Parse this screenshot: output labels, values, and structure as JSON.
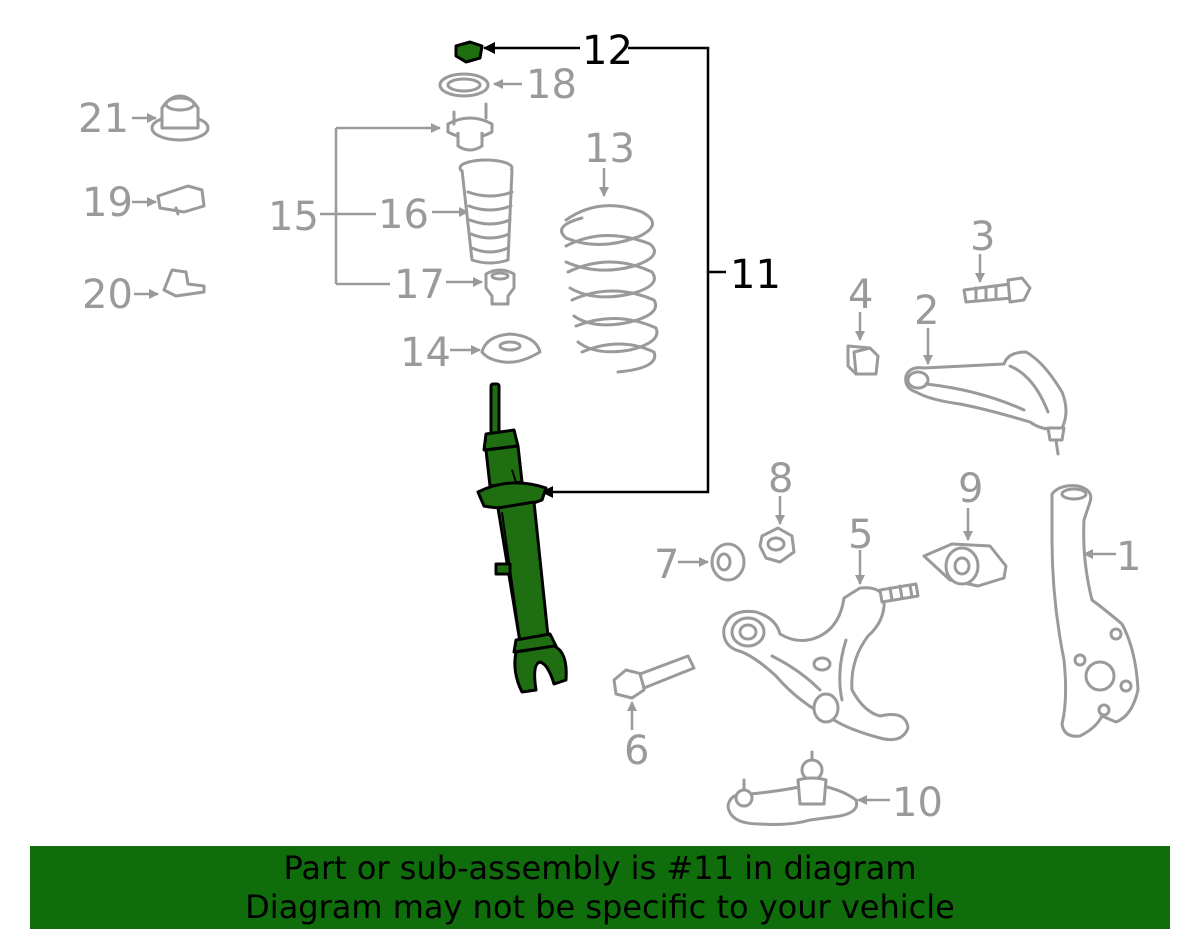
{
  "callouts": {
    "c1": "1",
    "c2": "2",
    "c3": "3",
    "c4": "4",
    "c5": "5",
    "c6": "6",
    "c7": "7",
    "c8": "8",
    "c9": "9",
    "c10": "10",
    "c11": "11",
    "c12": "12",
    "c13": "13",
    "c14": "14",
    "c15": "15",
    "c16": "16",
    "c17": "17",
    "c18": "18",
    "c19": "19",
    "c20": "20",
    "c21": "21"
  },
  "highlight": {
    "part": "11",
    "color": "#1f6f12"
  },
  "banner": {
    "line1": "Part or sub-assembly is #11 in diagram",
    "line2": "Diagram may not be specific to your vehicle",
    "background": "#0f6d0b"
  }
}
